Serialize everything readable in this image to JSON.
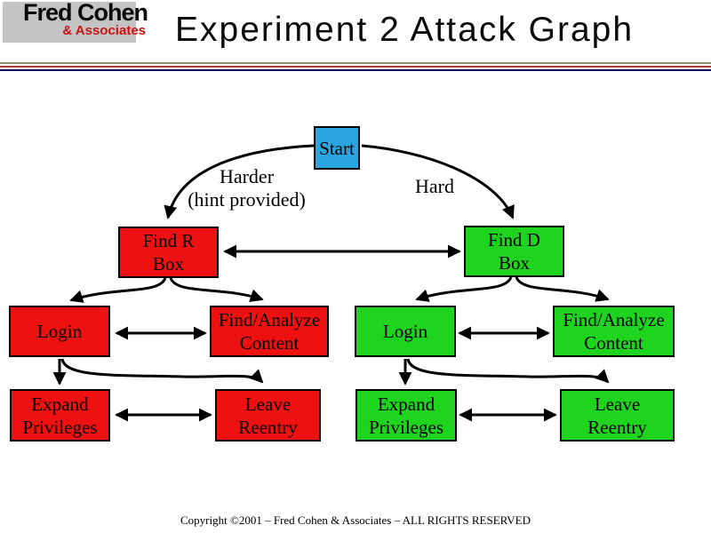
{
  "header": {
    "logo": {
      "line1": "Fred Cohen",
      "line2": "& Associates"
    },
    "title": "Experiment 2 Attack Graph"
  },
  "colors": {
    "node_red": "#ee1111",
    "node_green": "#1fd41f",
    "node_blue": "#2aa5e0",
    "logo_red": "#cc1111",
    "logo_bg": "#c4c4c4",
    "rule_olive": "#8f8f70",
    "rule_red": "#a43a3a",
    "rule_navy": "#00065e"
  },
  "diagram": {
    "nodes": [
      {
        "id": "start",
        "line1": "Start",
        "line2": ""
      },
      {
        "id": "find-r-box",
        "line1": "Find R",
        "line2": "Box"
      },
      {
        "id": "find-d-box",
        "line1": "Find D",
        "line2": "Box"
      },
      {
        "id": "login-r",
        "line1": "Login",
        "line2": ""
      },
      {
        "id": "find-analyze-r",
        "line1": "Find/Analyze",
        "line2": "Content"
      },
      {
        "id": "login-d",
        "line1": "Login",
        "line2": ""
      },
      {
        "id": "find-analyze-d",
        "line1": "Find/Analyze",
        "line2": "Content"
      },
      {
        "id": "expand-privileges-r",
        "line1": "Expand",
        "line2": "Privileges"
      },
      {
        "id": "leave-reentry-r",
        "line1": "Leave",
        "line2": "Reentry"
      },
      {
        "id": "expand-privileges-d",
        "line1": "Expand",
        "line2": "Privileges"
      },
      {
        "id": "leave-reentry-d",
        "line1": "Leave",
        "line2": "Reentry"
      }
    ],
    "labels": {
      "harder_line1": "Harder",
      "harder_line2": "(hint provided)",
      "hard": "Hard"
    },
    "edges": [
      {
        "from": "start",
        "to": "find-r-box",
        "label": "Harder (hint provided)",
        "directed": true
      },
      {
        "from": "start",
        "to": "find-d-box",
        "label": "Hard",
        "directed": true
      },
      {
        "from": "find-r-box",
        "to": "find-d-box",
        "directed": "both"
      },
      {
        "from": "find-r-box",
        "to": "login-r",
        "directed": true
      },
      {
        "from": "find-r-box",
        "to": "find-analyze-r",
        "directed": true
      },
      {
        "from": "find-d-box",
        "to": "login-d",
        "directed": true
      },
      {
        "from": "find-d-box",
        "to": "find-analyze-d",
        "directed": true
      },
      {
        "from": "login-r",
        "to": "find-analyze-r",
        "directed": "both"
      },
      {
        "from": "login-d",
        "to": "find-analyze-d",
        "directed": "both"
      },
      {
        "from": "login-r",
        "to": "expand-privileges-r",
        "directed": true
      },
      {
        "from": "login-r",
        "to": "leave-reentry-r",
        "directed": true
      },
      {
        "from": "login-d",
        "to": "expand-privileges-d",
        "directed": true
      },
      {
        "from": "login-d",
        "to": "leave-reentry-d",
        "directed": true
      },
      {
        "from": "expand-privileges-r",
        "to": "leave-reentry-r",
        "directed": "both"
      },
      {
        "from": "expand-privileges-d",
        "to": "leave-reentry-d",
        "directed": "both"
      }
    ]
  },
  "footer": {
    "copyright": "Copyright ©2001 – Fred Cohen & Associates – ALL RIGHTS RESERVED"
  }
}
